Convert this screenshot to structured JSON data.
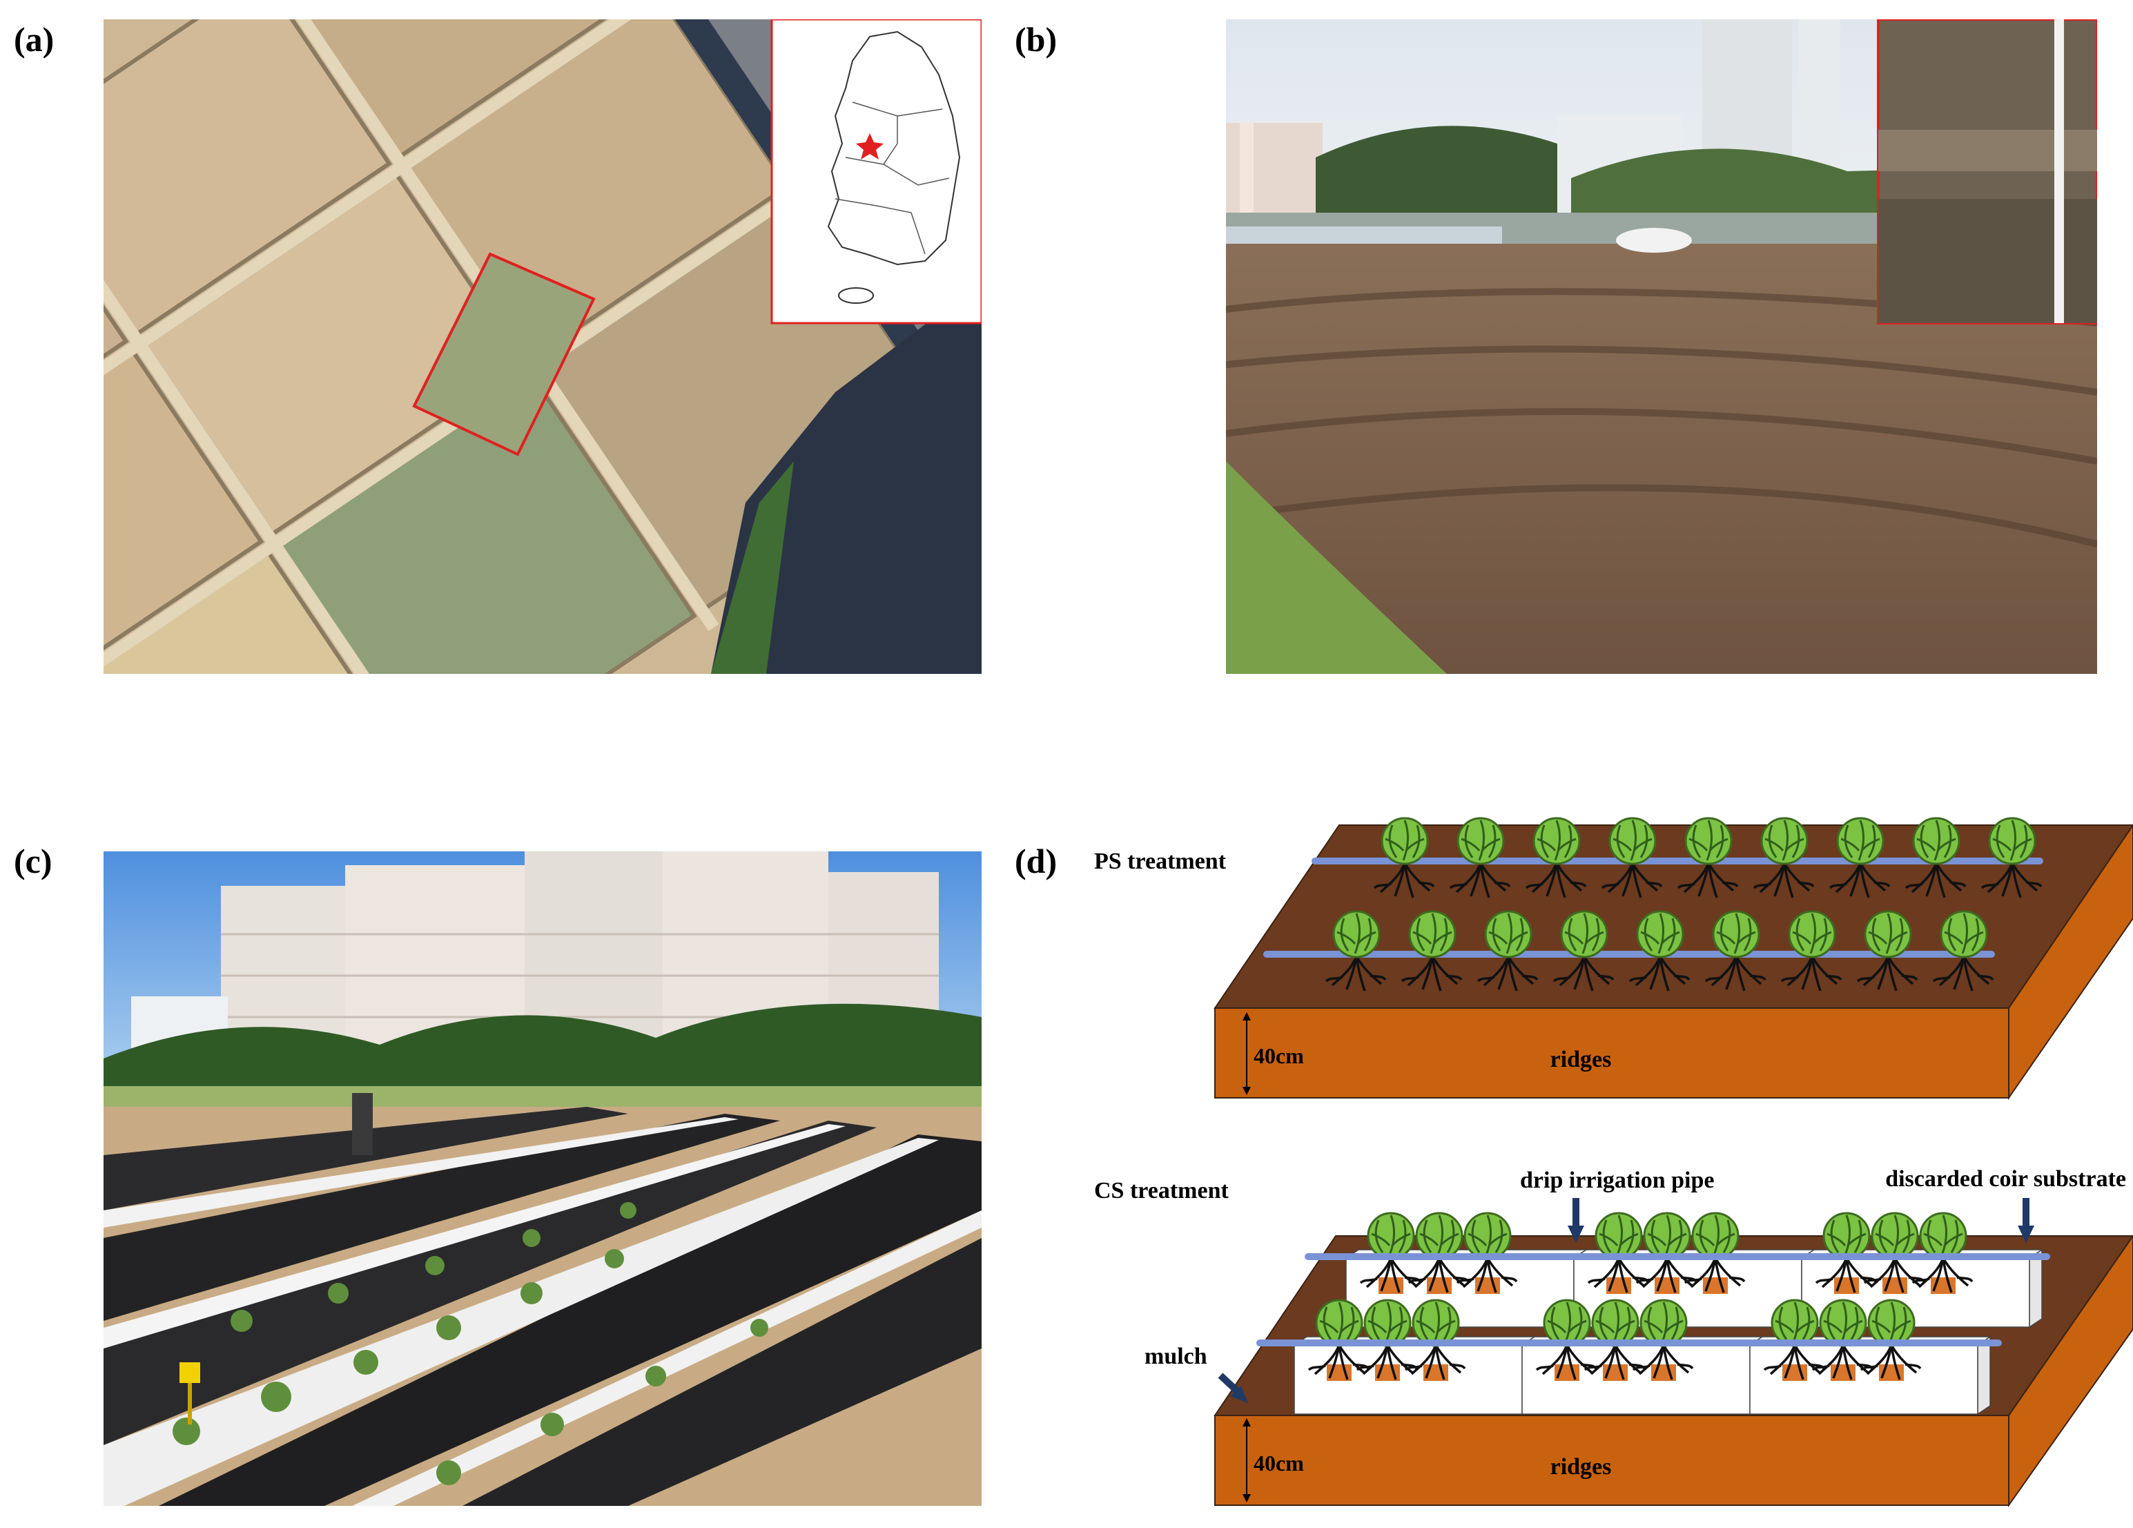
{
  "panels": {
    "a": {
      "label": "(a)"
    },
    "b": {
      "label": "(b)"
    },
    "c": {
      "label": "(c)"
    },
    "d": {
      "label": "(d)",
      "ps_title": "PS treatment",
      "cs_title": "CS treatment",
      "depth_ps": "40cm",
      "depth_cs": "40cm",
      "ridges_ps": "ridges",
      "ridges_cs": "ridges",
      "drip_label": "drip irrigation pipe",
      "coir_label": "discarded coir substrate",
      "mulch_label": "mulch"
    }
  },
  "colors": {
    "soil_top": "#6b3a1f",
    "soil_side": "#c8620f",
    "pipe": "#7a93d6",
    "leaf": "#7cc243",
    "arrow": "#1f3a66",
    "highlight": "#e02020"
  }
}
